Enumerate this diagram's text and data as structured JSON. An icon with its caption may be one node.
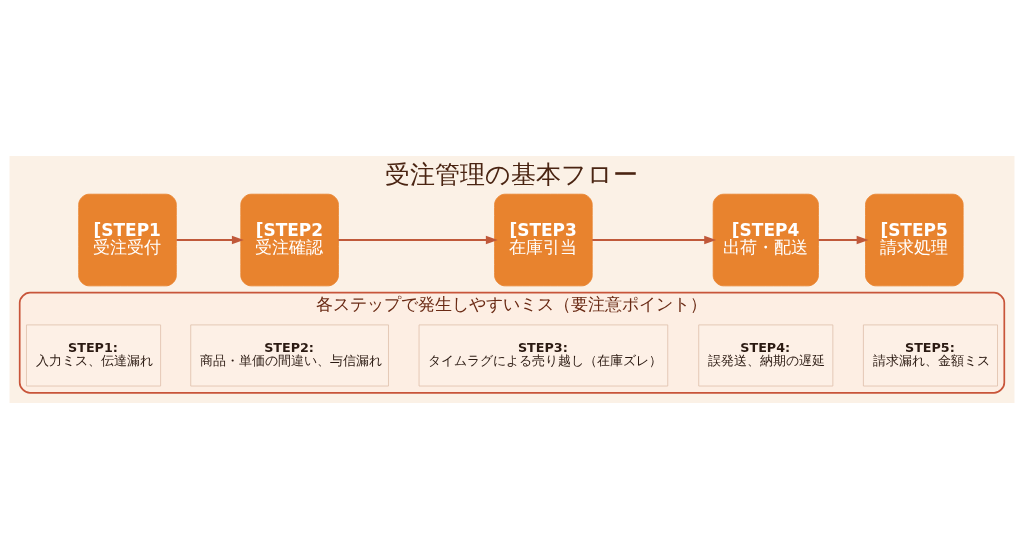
{
  "diagram": {
    "title": "受注管理の基本フロー",
    "nodes": [
      {
        "text": [
          "[STEP1",
          "受注受付"
        ]
      },
      {
        "text": [
          "[STEP2",
          "受注確認"
        ]
      },
      {
        "text": [
          "[STEP3",
          "在庫引当"
        ]
      },
      {
        "text": [
          "[STEP4",
          "出荷・配送"
        ]
      },
      {
        "text": [
          "[STEP5",
          "請求処理"
        ]
      },
      {
        "text": [
          "各ステップで発生しやすいミス（要注意ポイント）"
        ]
      },
      {
        "text": [
          "STEP1:",
          "入力ミス、伝達漏れ"
        ],
        "in": 5
      },
      {
        "text": [
          "STEP2:",
          "商品・単価の間違い、与信漏れ"
        ],
        "in": 5
      },
      {
        "text": [
          "STEP3:",
          "タイムラグによる売り越し（在庫ズレ）"
        ],
        "in": 5
      },
      {
        "text": [
          "STEP4:",
          "誤発送、納期の遅延"
        ],
        "in": 5
      },
      {
        "text": [
          "STEP5:",
          "請求漏れ、金額ミス"
        ],
        "in": 5
      }
    ],
    "edges": [
      {
        "from": 0,
        "to": 1,
        "arrow": "to"
      },
      {
        "from": 1,
        "to": 2,
        "arrow": "to"
      },
      {
        "from": 2,
        "to": 3,
        "arrow": "to"
      },
      {
        "from": 3,
        "to": 4,
        "arrow": "to"
      }
    ]
  }
}
